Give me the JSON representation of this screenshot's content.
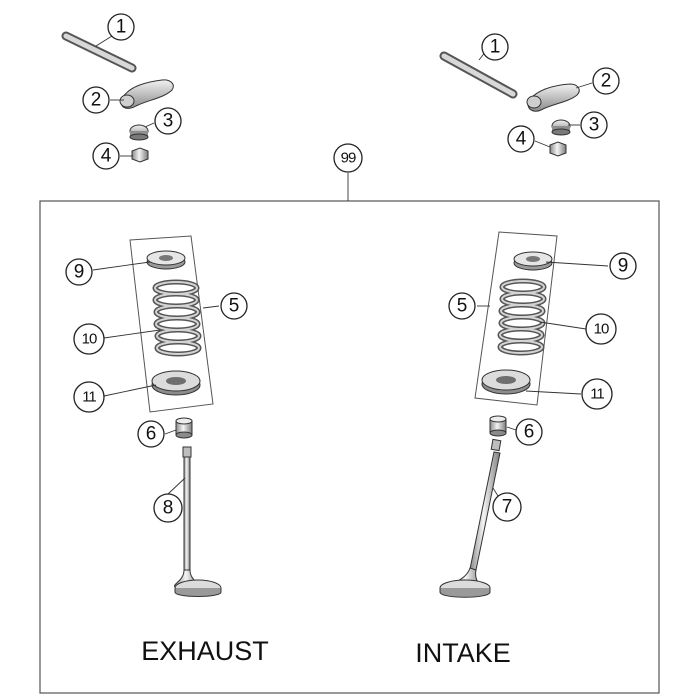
{
  "callouts": {
    "rocker_shaft": "1",
    "rocker_arm": "2",
    "cap": "3",
    "adjuster_nut": "4",
    "valve_spring_set": "5",
    "valve_stem_seal": "6",
    "intake_valve": "7",
    "exhaust_valve": "8",
    "spring_retainer": "9",
    "valve_spring": "10",
    "spring_seat": "11",
    "valve_group": "99"
  },
  "captions": {
    "exhaust": "EXHAUST",
    "intake": "INTAKE"
  },
  "colors": {
    "outline": "#333333",
    "part_fill_light": "#e6e6e6",
    "part_fill_dark": "#9a9a9a",
    "background": "#ffffff"
  }
}
